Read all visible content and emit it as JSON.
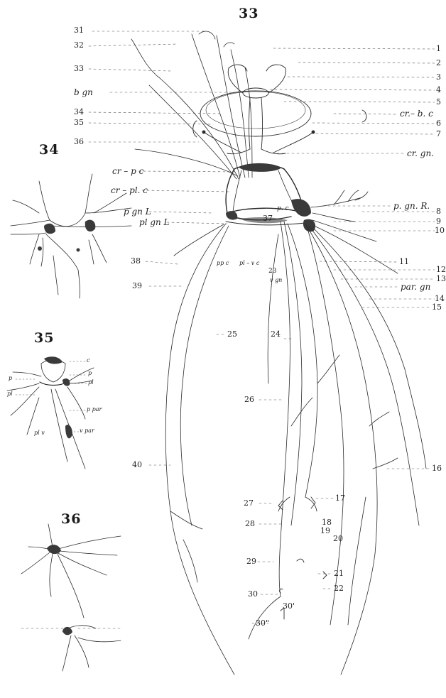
{
  "figures": [
    {
      "id": "33",
      "title": "33"
    },
    {
      "id": "34",
      "title": "34"
    },
    {
      "id": "35",
      "title": "35"
    },
    {
      "id": "36",
      "title": "36"
    }
  ],
  "fig33": {
    "left_labels": [
      "31",
      "32",
      "33",
      "b gn",
      "34",
      "35",
      "36",
      "cr – p  c",
      "cr – pl. c",
      "p  gn  L",
      "pl  gn  L",
      "38",
      "39",
      "40"
    ],
    "right_labels": [
      "1",
      "2",
      "3",
      "4",
      "5",
      "cr.– b. c",
      "6",
      "7",
      "cr. gn.",
      "p. gn. R.",
      "8",
      "9",
      "10",
      "11",
      "12",
      "13",
      "par. gn",
      "14",
      "15",
      "16"
    ],
    "inner_labels": [
      "37",
      "p. c",
      "pp c",
      "pl – v c",
      "23",
      "v gn",
      "25",
      "24",
      "26",
      "27",
      "17",
      "18",
      "28",
      "19",
      "20",
      "29",
      "21",
      "22",
      "30",
      "30'",
      "30\""
    ]
  },
  "fig35": {
    "labels": [
      "c",
      "p",
      "p",
      "pl",
      "pl",
      "p par",
      "pl v",
      "v par"
    ]
  },
  "colors": {
    "ink": "#2a2a2a",
    "ganglion": "#3a3a3a",
    "paper": "#ffffff"
  }
}
